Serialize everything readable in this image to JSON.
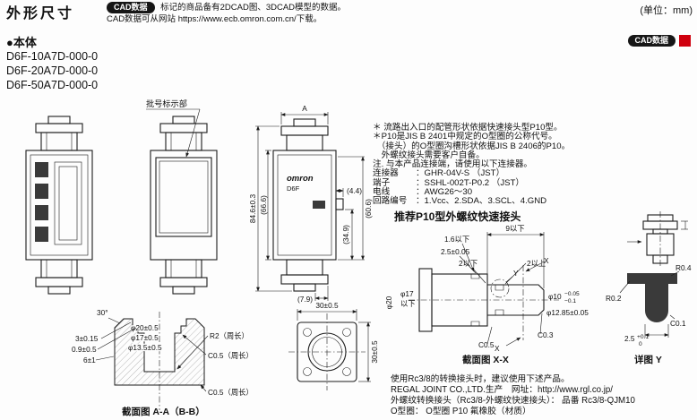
{
  "header": {
    "title": "外形尺寸",
    "cad_badge": "CAD数据",
    "cad_note1": "标记的商品备有2DCAD图、3DCAD模型的数据。",
    "cad_note2": "CAD数据可从网站 https://www.ecb.omron.com.cn/下载。",
    "unit": "(单位：mm)"
  },
  "section": {
    "title": "●本体",
    "cad_badge": "CAD数据",
    "models": [
      "D6F-10A7D-000-0",
      "D6F-20A7D-000-0",
      "D6F-50A7D-000-0"
    ]
  },
  "device": {
    "brand": "omron",
    "model": "D6F"
  },
  "main_drawing": {
    "batch_label": "批号标示部",
    "dim_a": "A",
    "height_total": "84.6±0.3",
    "height_body": "(66.6)",
    "dim_connector": "(4.4)",
    "dim_upper": "(60.6)",
    "dim_lower": "(34.9)",
    "dim_bottom": "(7.9)"
  },
  "notes": {
    "line1": "＊ 流路出入口的配管形状依据快速接头型P10型。",
    "line2": "＊P10是JIS B 2401中规定的O型圈的公称代号。",
    "line3": "　（接头）的O型圈沟槽形状依据JIS B 2406的P10。",
    "line4": "　外螺纹接头需要客户自备。",
    "note_head": "注. 与本产品连接端，请使用以下连接器。",
    "connector": "连接器　　：GHR-04V-S （JST）",
    "terminal": "端子　　　：SSHL-002T-P0.2 （JST）",
    "wire": "电线　　　：AWG26～30",
    "circuit": "回路编号　：1.Vcc、2.SDA、3.SCL、4.GND"
  },
  "p10": {
    "heading": "推荐P10型外螺纹快速接头",
    "d9": "9以下",
    "d16": "1.6以下",
    "d25": "2.5±0.05",
    "d2max": "2以下",
    "d2min": "2以上",
    "phi17": "φ17",
    "phi17b": "以下",
    "phi20": "φ20",
    "phi10": "φ10",
    "phi10_tol_upper": "−0.05",
    "phi10_tol_lower": "−0.1",
    "phi1285": "φ12.85±0.05",
    "c03": "C0.3",
    "c05": "C0.5",
    "x_label": "X",
    "y_label": "Y",
    "r04": "R0.4",
    "c01": "C0.1",
    "r02": "R0.2",
    "d25b": "2.5",
    "d25b_tol_upper": "+0.1",
    "d25b_tol_lower": "0",
    "caption_xx": "截面图 X-X",
    "caption_y": "详图 Y"
  },
  "section_aa": {
    "angle": "30°",
    "phi20": "φ20±0.5",
    "phi17": "φ17±0.5",
    "phi135": "φ13.5±0.5",
    "r2": "R2（周长）",
    "c05_upper": "C0.5（周长）",
    "c05_lower": "C0.5（周长）",
    "d3": "3±0.15",
    "d09": "0.9±0.5",
    "d6": "6±1",
    "square_w": "30±0.5",
    "square_h": "30±0.5",
    "caption": "截面图 A-A（B-B）"
  },
  "footer": {
    "line1": "使用Rc3/8的转换接头时，建议使用下述产品。",
    "line2": "REGAL JOINT CO.,LTD.生产　网址：http://www.rgl.co.jp/",
    "line3": "外螺纹转换接头（Rc3/8-外螺纹快速接头）： 品番 Rc3/8-QJM10",
    "line4": "O型圈： O型圈 P10 氟橡胶（材质）"
  }
}
